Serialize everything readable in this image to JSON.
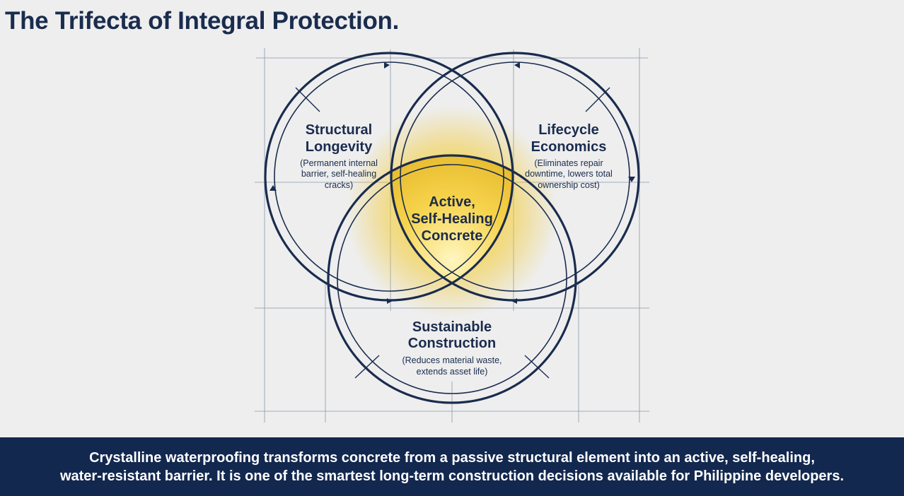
{
  "title": "The Trifecta of Integral Protection.",
  "diagram": {
    "center": {
      "lines": [
        "Active,",
        "Self-Healing",
        "Concrete"
      ]
    },
    "circles": [
      {
        "id": "structural",
        "heading": [
          "Structural",
          "Longevity"
        ],
        "detail": [
          "(Permanent internal",
          "barrier, self-healing",
          "cracks)"
        ]
      },
      {
        "id": "lifecycle",
        "heading": [
          "Lifecycle",
          "Economics"
        ],
        "detail": [
          "(Eliminates repair",
          "downtime, lowers total",
          "ownership cost)"
        ]
      },
      {
        "id": "sustainable",
        "heading": [
          "Sustainable",
          "Construction"
        ],
        "detail": [
          "(Reduces material waste,",
          "extends asset life)"
        ]
      }
    ]
  },
  "footer": {
    "lines": [
      "Crystalline waterproofing transforms concrete from a passive structural element into an active, self-healing,",
      "water-resistant barrier. It is one of the smartest long-term construction decisions available for Philippine developers."
    ]
  },
  "colors": {
    "navy": "#1a2c4e",
    "gold": "#f2c418",
    "background": "#eeeeee",
    "footer": "#13284f"
  }
}
